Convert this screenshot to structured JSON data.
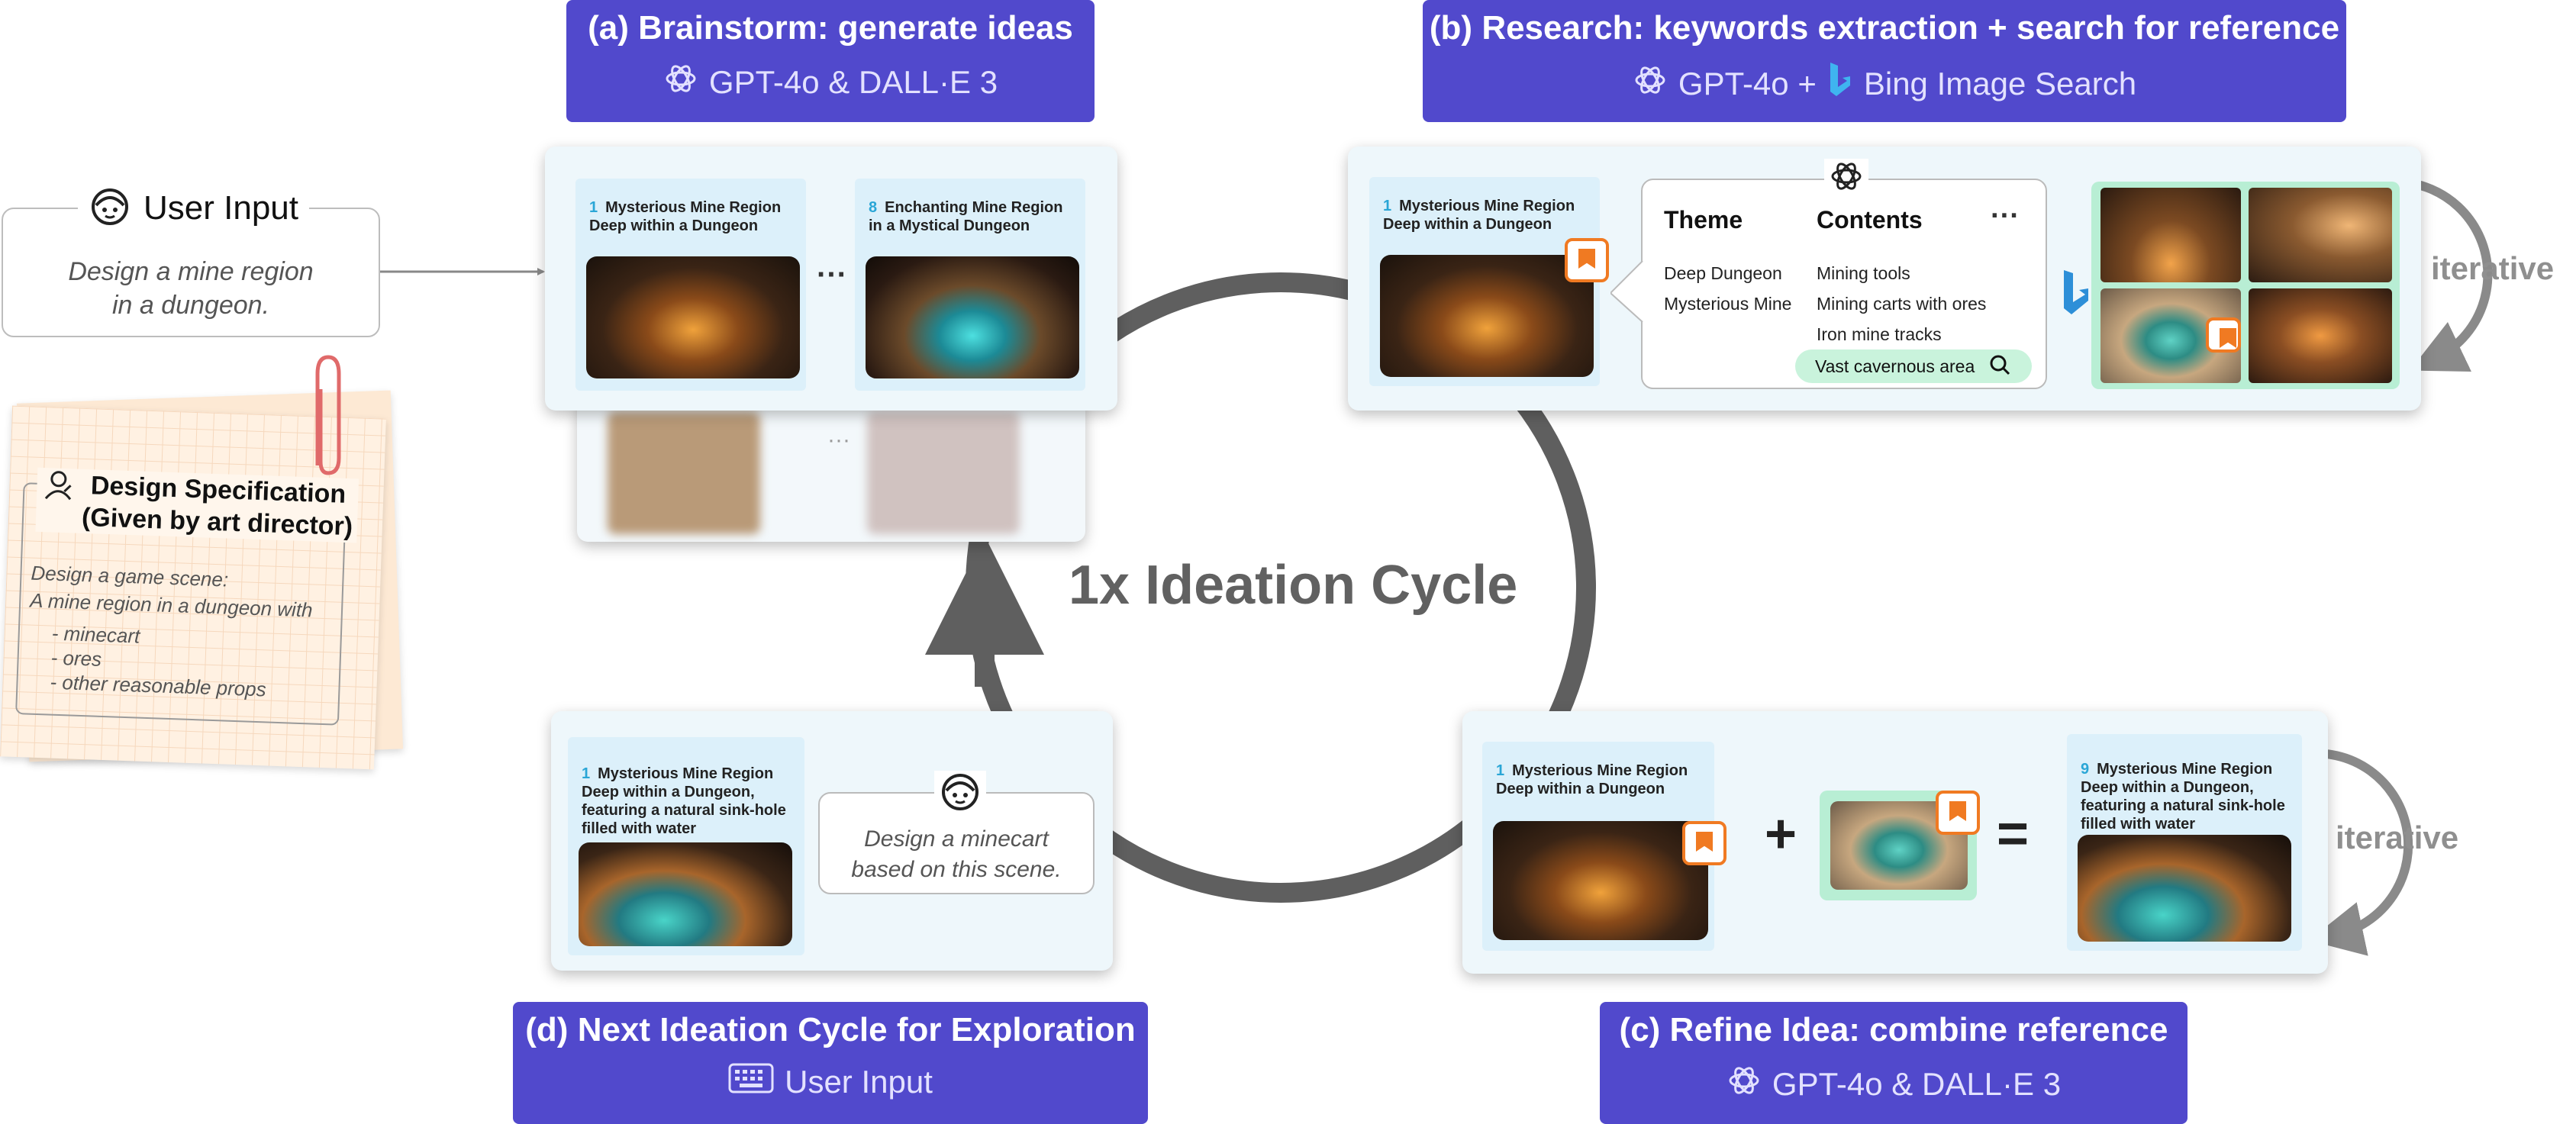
{
  "center_label": "1x Ideation Cycle",
  "user_input": {
    "title": "User Input",
    "text_line1": "Design a mine region",
    "text_line2": "in a dungeon."
  },
  "design_spec": {
    "title_line1": "Design Specification",
    "title_line2": "(Given by art director)",
    "body_line1": "Design a game scene:",
    "body_line2": "A mine region in a dungeon with",
    "items": [
      "- minecart",
      "- ores",
      "- other reasonable props"
    ]
  },
  "step_a": {
    "title": "(a) Brainstorm: generate ideas",
    "subtitle": "GPT-4o & DALL·E 3",
    "card1": {
      "num": "1",
      "title": "Mysterious Mine Region Deep within a Dungeon"
    },
    "card2": {
      "num": "8",
      "title": "Enchanting Mine Region in a Mystical Dungeon"
    },
    "ellipsis": "···"
  },
  "step_b": {
    "title": "(b) Research: keywords extraction + search for reference",
    "subtitle_part1": "GPT-4o +",
    "subtitle_part2": "Bing Image Search",
    "card": {
      "num": "1",
      "title": "Mysterious Mine Region Deep within a Dungeon"
    },
    "theme_header": "Theme",
    "contents_header": "Contents",
    "more": "···",
    "themes": [
      "Deep Dungeon",
      "Mysterious Mine"
    ],
    "contents": [
      "Mining tools",
      "Mining carts with ores",
      "Iron mine tracks"
    ],
    "search_chip": "Vast cavernous area",
    "iterative": "iterative"
  },
  "step_c": {
    "title": "(c) Refine Idea: combine reference",
    "subtitle": "GPT-4o & DALL·E 3",
    "card1": {
      "num": "1",
      "title": "Mysterious Mine Region Deep within a Dungeon"
    },
    "card2": {
      "num": "9",
      "title": "Mysterious Mine Region Deep within a Dungeon, featuring a natural sink-hole filled with water"
    },
    "plus": "+",
    "equals": "=",
    "iterative": "iterative"
  },
  "step_d": {
    "title": "(d) Next Ideation Cycle for Exploration",
    "subtitle": "User Input",
    "card": {
      "num": "1",
      "title": "Mysterious Mine Region Deep within a Dungeon, featuring a natural sink-hole filled with water"
    },
    "prompt_line1": "Design a minecart",
    "prompt_line2": "based on this scene."
  },
  "colors": {
    "header_bg": "#5149cc",
    "panel_bg": "#eef7fb",
    "card_bg": "#dcf0fa",
    "bookmark": "#f07a22",
    "cycle": "#5f5f5f",
    "search_chip": "#c9f3dc",
    "number": "#2aa6d6"
  }
}
